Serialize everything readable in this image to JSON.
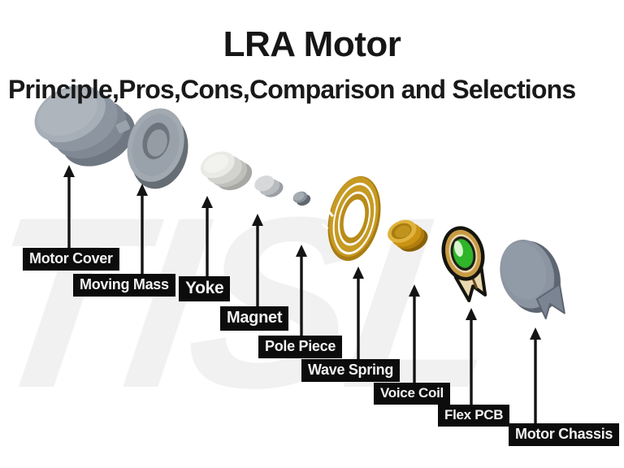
{
  "header": {
    "title": "LRA Motor",
    "subtitle": "Principle,Pros,Cons,Comparison and Selections"
  },
  "watermark": "TISL",
  "diagram": {
    "type": "exploded-view",
    "labels": [
      "Motor Cover",
      "Moving Mass",
      "Yoke",
      "Magnet",
      "Pole Piece",
      "Wave Spring",
      "Voice Coil",
      "Flex PCB",
      "Motor Chassis"
    ]
  },
  "colors": {
    "background": "#ffffff",
    "label_bg": "#0c0c0c",
    "label_text": "#f2f2f2",
    "metal_gray": "#9aa3ae",
    "silver": "#e9e9e6",
    "gold": "#c79a22",
    "voice_coil_gold": "#ca9314",
    "pcb_green": "#2fb42a",
    "arrow": "#141414"
  }
}
